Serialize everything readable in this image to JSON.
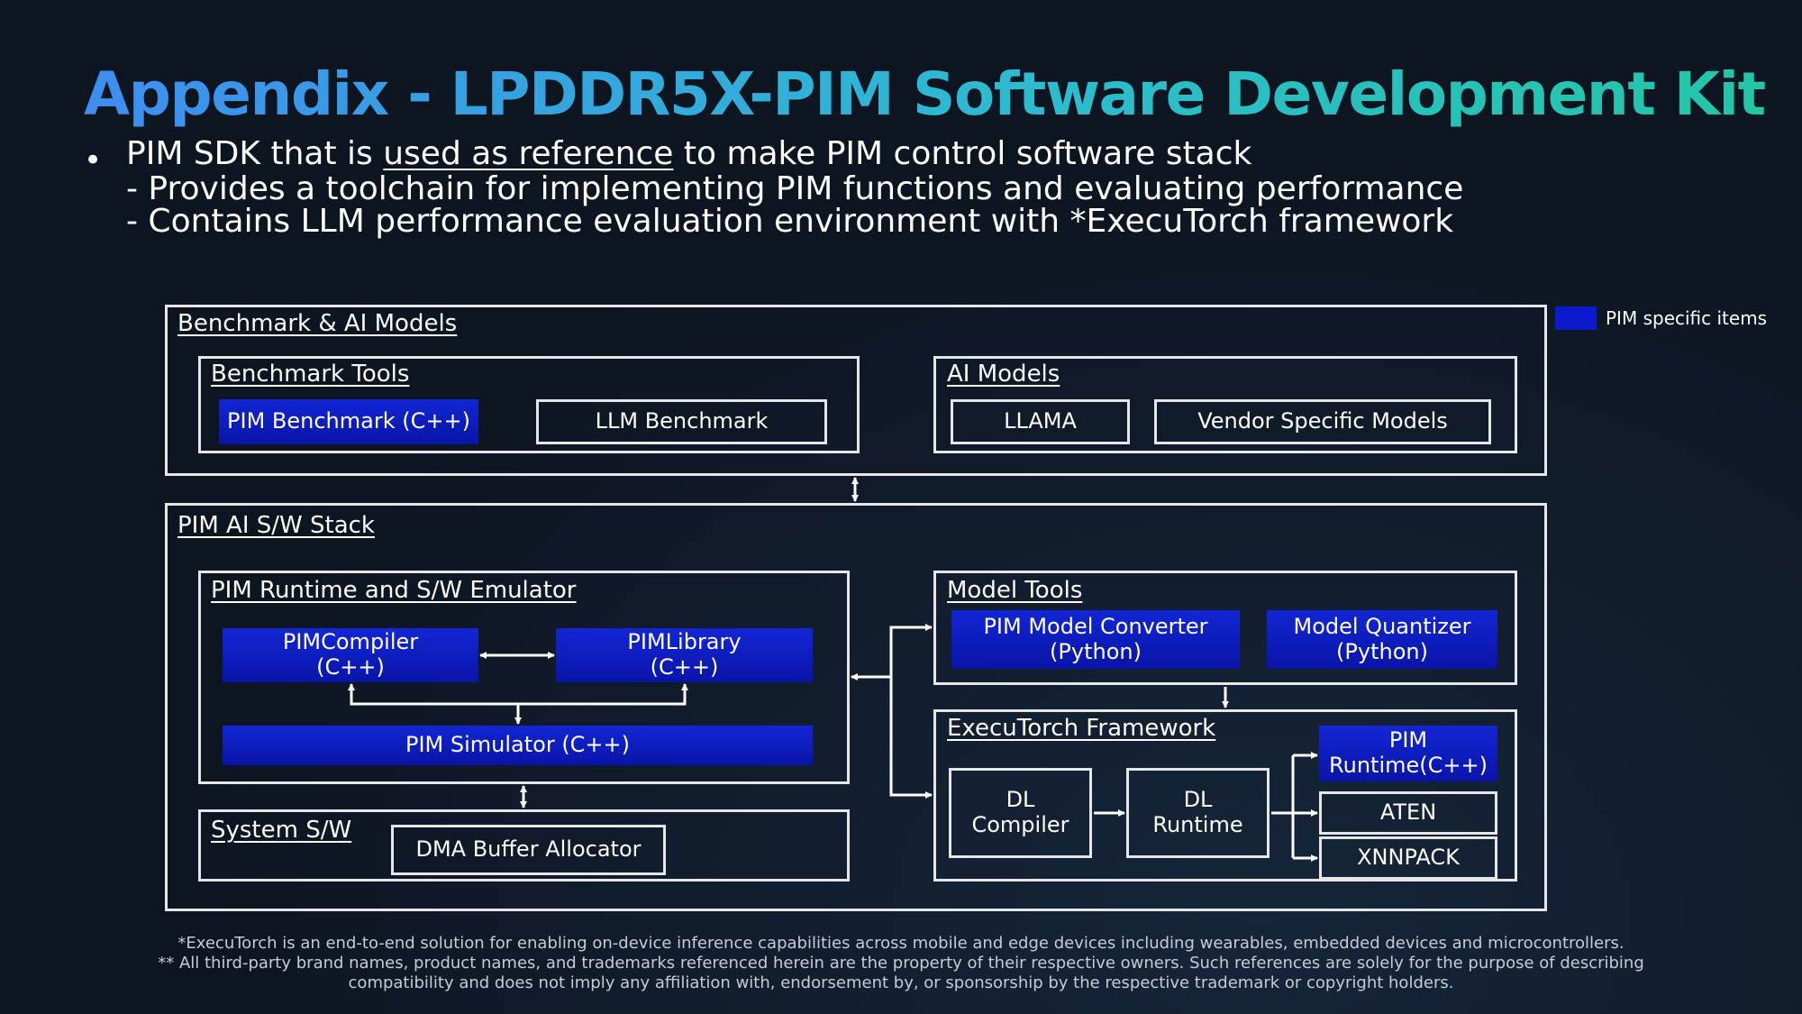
{
  "title": "Appendix - LPDDR5X-PIM Software Development Kit",
  "bullet": {
    "marker": "•",
    "line1_pre": "PIM SDK that is ",
    "line1_link": "used as reference",
    "line1_post": " to make PIM control software stack",
    "sub1": "- Provides a toolchain for implementing PIM functions and evaluating performance",
    "sub2": "- Contains LLM performance evaluation environment with *ExecuTorch framework"
  },
  "legend": {
    "label": "PIM specific items",
    "color": "#0a1acc"
  },
  "benchmark_section": {
    "label": "Benchmark & AI Models",
    "tools": {
      "label": "Benchmark Tools",
      "pim_benchmark": "PIM Benchmark (C++)",
      "llm_benchmark": "LLM Benchmark"
    },
    "models": {
      "label": "AI Models",
      "llama": "LLAMA",
      "vendor": "Vendor Specific Models"
    }
  },
  "stack_section": {
    "label": "PIM AI S/W Stack",
    "runtime": {
      "label": "PIM Runtime and S/W Emulator",
      "compiler": "PIMCompiler\n(C++)",
      "library": "PIMLibrary\n(C++)",
      "simulator": "PIM Simulator (C++)"
    },
    "system": {
      "label": "System S/W",
      "dma": "DMA Buffer Allocator"
    },
    "model_tools": {
      "label": "Model Tools",
      "converter": "PIM Model Converter\n(Python)",
      "quantizer": "Model Quantizer\n(Python)"
    },
    "executorch": {
      "label": "ExecuTorch Framework",
      "dl_compiler": "DL\nCompiler",
      "dl_runtime": "DL\nRuntime",
      "pim_runtime": "PIM\nRuntime(C++)",
      "aten": "ATEN",
      "xnnpack": "XNNPACK"
    }
  },
  "footnotes": {
    "f1": "*ExecuTorch is an end-to-end solution for enabling on-device inference capabilities across mobile and edge devices including wearables, embedded devices and microcontrollers.",
    "f2": "** All third-party brand names, product names, and trademarks referenced herein are the property of their respective owners. Such references are solely for the purpose of describing compatibility and does not imply any affiliation with, endorsement by, or sponsorship by the respective trademark or copyright holders."
  }
}
